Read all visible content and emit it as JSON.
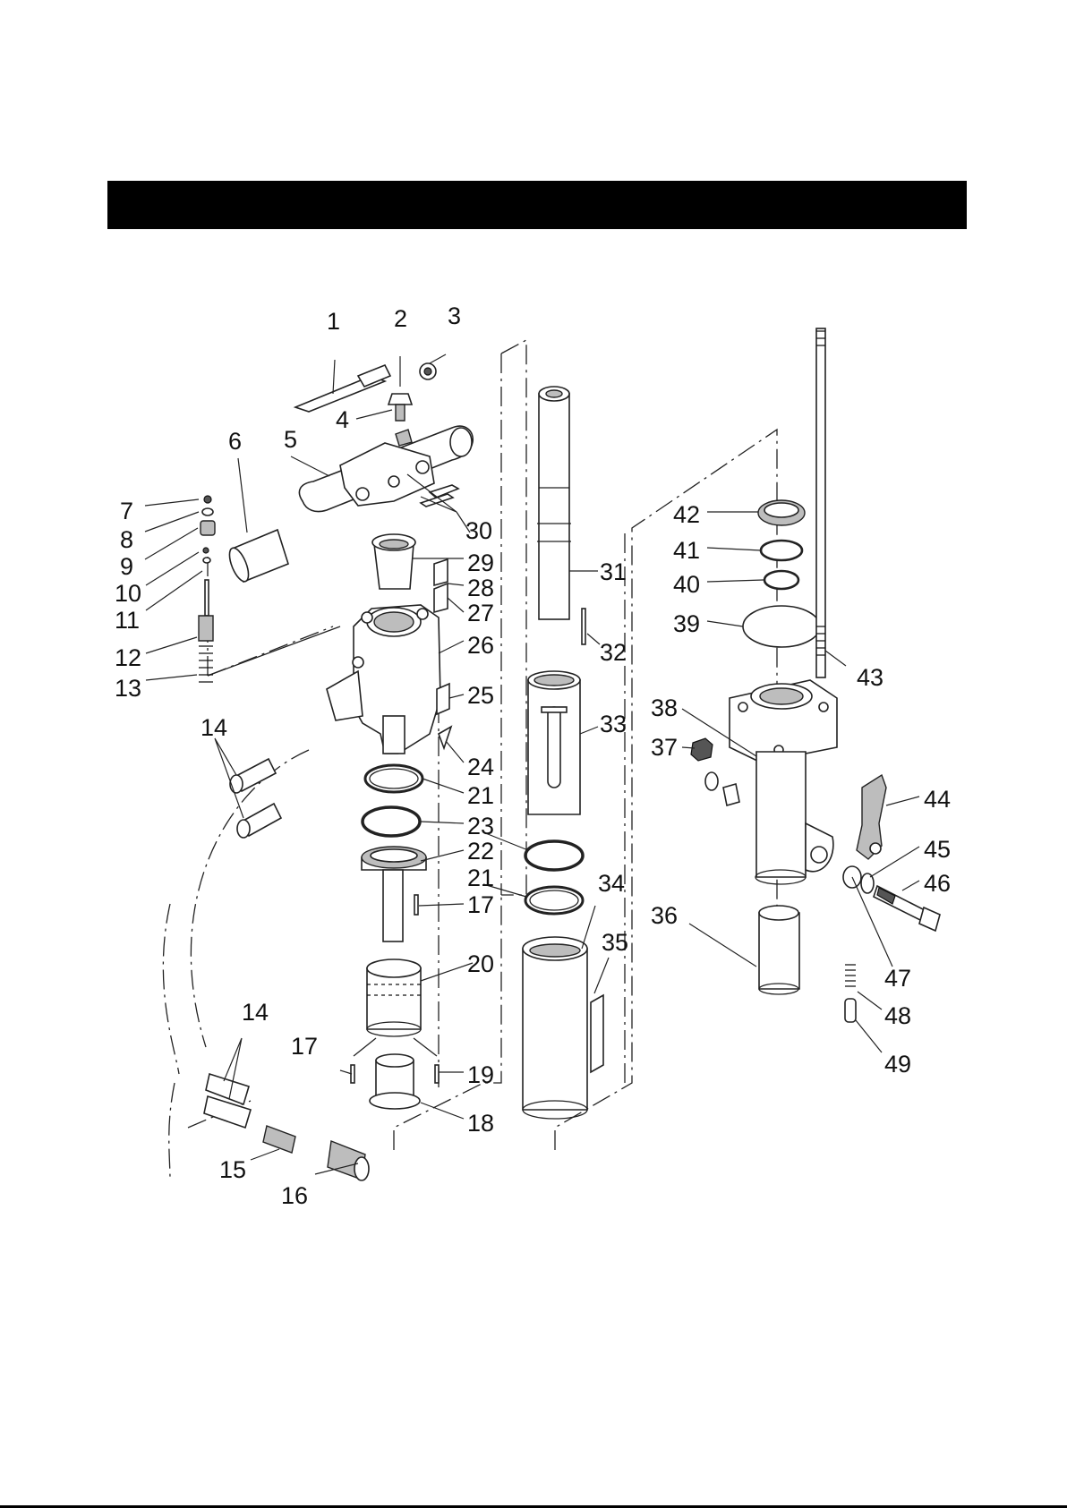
{
  "diagram": {
    "header_bar_color": "#000000",
    "parts": [
      {
        "id": "p1",
        "text": "1"
      },
      {
        "id": "p2",
        "text": "2"
      },
      {
        "id": "p3",
        "text": "3"
      },
      {
        "id": "p4",
        "text": "4"
      },
      {
        "id": "p5",
        "text": "5"
      },
      {
        "id": "p6",
        "text": "6"
      },
      {
        "id": "p7",
        "text": "7"
      },
      {
        "id": "p8",
        "text": "8"
      },
      {
        "id": "p9",
        "text": "9"
      },
      {
        "id": "p10",
        "text": "10"
      },
      {
        "id": "p11",
        "text": "11"
      },
      {
        "id": "p12",
        "text": "12"
      },
      {
        "id": "p13",
        "text": "13"
      },
      {
        "id": "p14a",
        "text": "14"
      },
      {
        "id": "p14b",
        "text": "14"
      },
      {
        "id": "p15",
        "text": "15"
      },
      {
        "id": "p16",
        "text": "16"
      },
      {
        "id": "p17a",
        "text": "17"
      },
      {
        "id": "p17b",
        "text": "17"
      },
      {
        "id": "p18",
        "text": "18"
      },
      {
        "id": "p19",
        "text": "19"
      },
      {
        "id": "p20",
        "text": "20"
      },
      {
        "id": "p21a",
        "text": "21"
      },
      {
        "id": "p21b",
        "text": "21"
      },
      {
        "id": "p22",
        "text": "22"
      },
      {
        "id": "p23",
        "text": "23"
      },
      {
        "id": "p24",
        "text": "24"
      },
      {
        "id": "p25",
        "text": "25"
      },
      {
        "id": "p26",
        "text": "26"
      },
      {
        "id": "p27",
        "text": "27"
      },
      {
        "id": "p28",
        "text": "28"
      },
      {
        "id": "p29",
        "text": "29"
      },
      {
        "id": "p30",
        "text": "30"
      },
      {
        "id": "p31",
        "text": "31"
      },
      {
        "id": "p32",
        "text": "32"
      },
      {
        "id": "p33",
        "text": "33"
      },
      {
        "id": "p34",
        "text": "34"
      },
      {
        "id": "p35",
        "text": "35"
      },
      {
        "id": "p36",
        "text": "36"
      },
      {
        "id": "p37",
        "text": "37"
      },
      {
        "id": "p38",
        "text": "38"
      },
      {
        "id": "p39",
        "text": "39"
      },
      {
        "id": "p40",
        "text": "40"
      },
      {
        "id": "p41",
        "text": "41"
      },
      {
        "id": "p42",
        "text": "42"
      },
      {
        "id": "p43",
        "text": "43"
      },
      {
        "id": "p44",
        "text": "44"
      },
      {
        "id": "p45",
        "text": "45"
      },
      {
        "id": "p46",
        "text": "46"
      },
      {
        "id": "p47",
        "text": "47"
      },
      {
        "id": "p48",
        "text": "48"
      },
      {
        "id": "p49",
        "text": "49"
      }
    ]
  }
}
